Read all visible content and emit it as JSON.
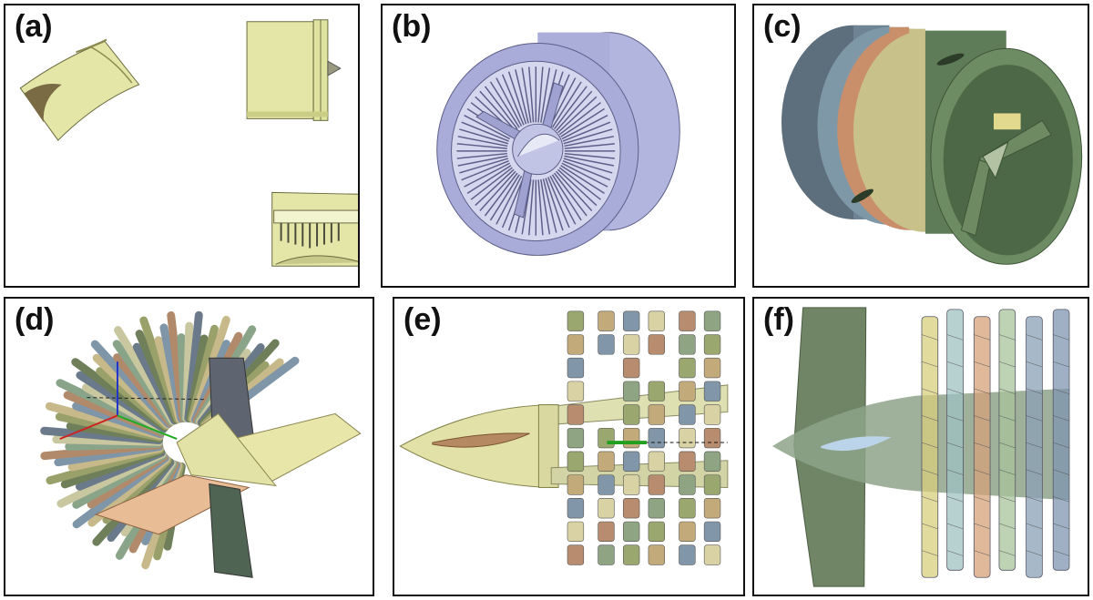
{
  "panels": [
    {
      "label": "(a)"
    },
    {
      "label": "(b)"
    },
    {
      "label": "(c)"
    },
    {
      "label": "(d)"
    },
    {
      "label": "(e)"
    },
    {
      "label": "(f)"
    }
  ],
  "colors": {
    "border": "#111111",
    "cad_yellow": "#e6e9a8",
    "lavender": "#a9acd8",
    "olive_green": "#5f7a55",
    "cylinder_yellow": "#d8cf7e",
    "cylinder_orange": "#d6a27a",
    "cylinder_blue": "#8aa0b6",
    "cylinder_green": "#8fae84"
  }
}
